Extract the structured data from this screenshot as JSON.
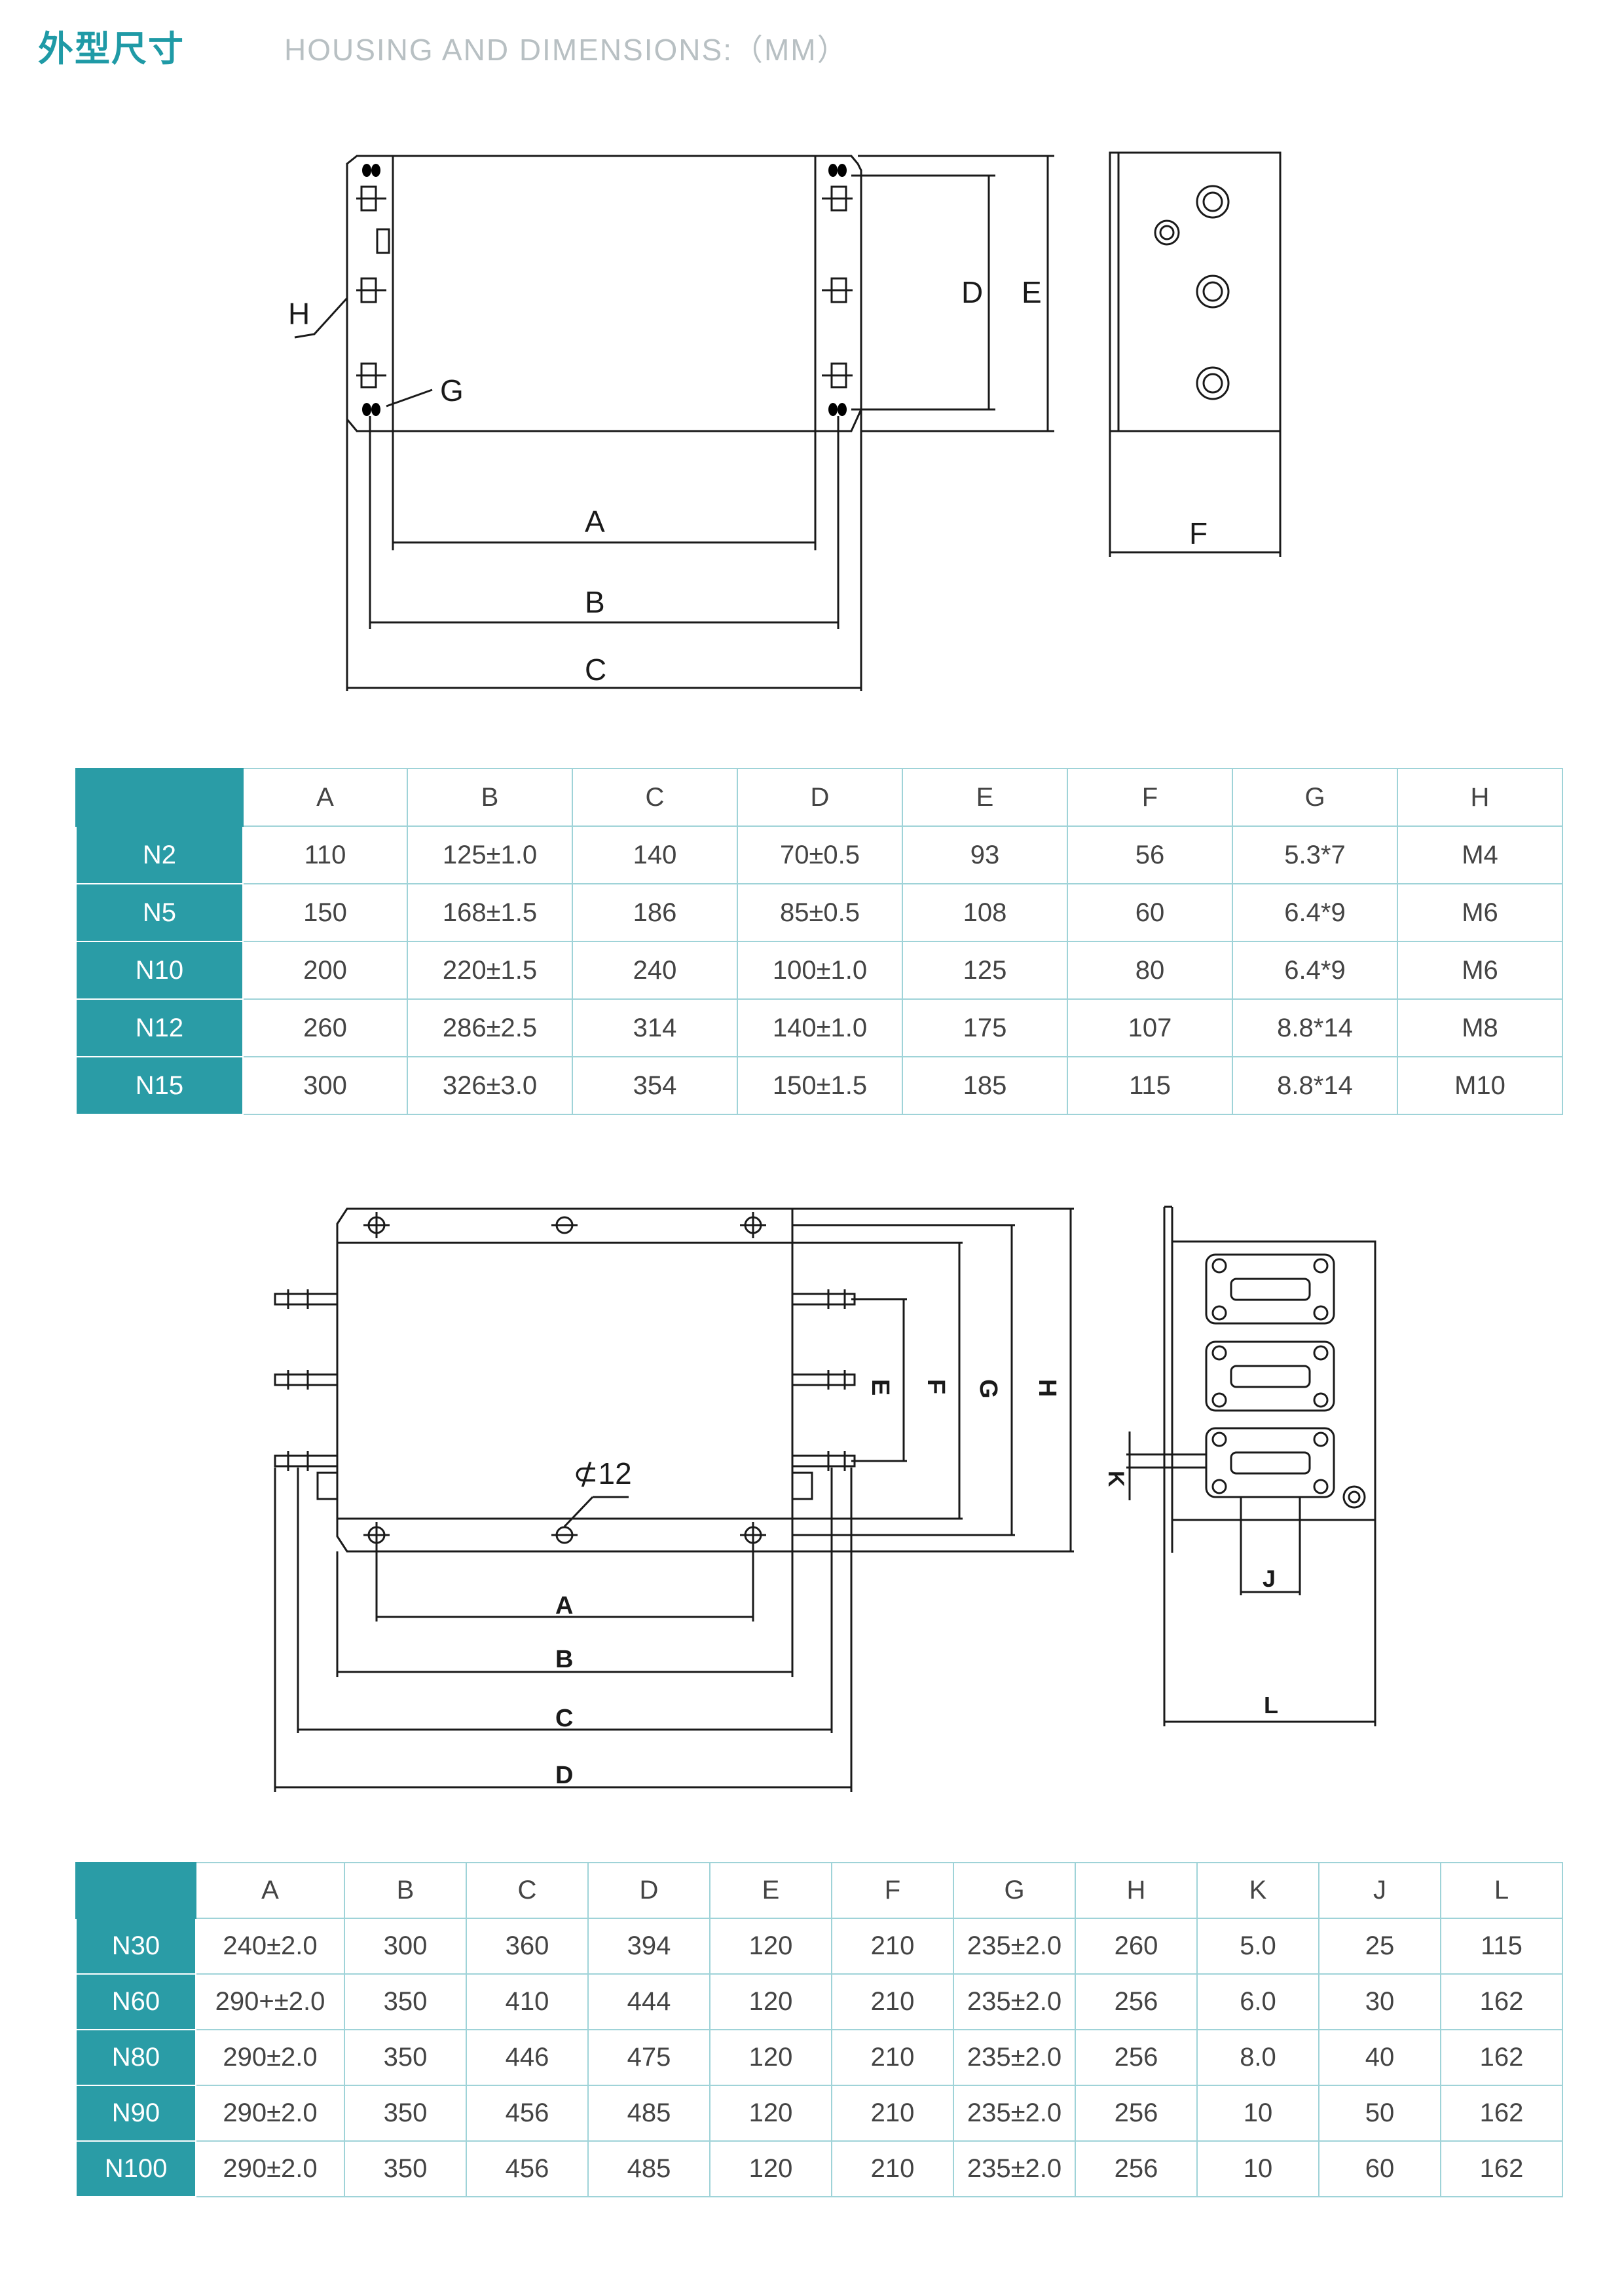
{
  "header": {
    "title_cn": "外型尺寸",
    "title_en": "HOUSING AND DIMENSIONS:（MM）"
  },
  "drawing1": {
    "labels": {
      "A": "A",
      "B": "B",
      "C": "C",
      "D": "D",
      "E": "E",
      "F": "F",
      "G": "G",
      "H": "H"
    }
  },
  "table1": {
    "columns": [
      "A",
      "B",
      "C",
      "D",
      "E",
      "F",
      "G",
      "H"
    ],
    "rows": [
      {
        "model": "N2",
        "cells": [
          "110",
          "125±1.0",
          "140",
          "70±0.5",
          "93",
          "56",
          "5.3*7",
          "M4"
        ]
      },
      {
        "model": "N5",
        "cells": [
          "150",
          "168±1.5",
          "186",
          "85±0.5",
          "108",
          "60",
          "6.4*9",
          "M6"
        ]
      },
      {
        "model": "N10",
        "cells": [
          "200",
          "220±1.5",
          "240",
          "100±1.0",
          "125",
          "80",
          "6.4*9",
          "M6"
        ]
      },
      {
        "model": "N12",
        "cells": [
          "260",
          "286±2.5",
          "314",
          "140±1.0",
          "175",
          "107",
          "8.8*14",
          "M8"
        ]
      },
      {
        "model": "N15",
        "cells": [
          "300",
          "326±3.0",
          "354",
          "150±1.5",
          "185",
          "115",
          "8.8*14",
          "M10"
        ]
      }
    ]
  },
  "drawing2": {
    "labels": {
      "A": "A",
      "B": "B",
      "C": "C",
      "D": "D",
      "E": "E",
      "F": "F",
      "G": "G",
      "H": "H",
      "K": "K",
      "J": "J",
      "L": "L",
      "hole": "⊄12"
    }
  },
  "table2": {
    "columns": [
      "A",
      "B",
      "C",
      "D",
      "E",
      "F",
      "G",
      "H",
      "K",
      "J",
      "L"
    ],
    "rows": [
      {
        "model": "N30",
        "cells": [
          "240±2.0",
          "300",
          "360",
          "394",
          "120",
          "210",
          "235±2.0",
          "260",
          "5.0",
          "25",
          "115"
        ]
      },
      {
        "model": "N60",
        "cells": [
          "290+±2.0",
          "350",
          "410",
          "444",
          "120",
          "210",
          "235±2.0",
          "256",
          "6.0",
          "30",
          "162"
        ]
      },
      {
        "model": "N80",
        "cells": [
          "290±2.0",
          "350",
          "446",
          "475",
          "120",
          "210",
          "235±2.0",
          "256",
          "8.0",
          "40",
          "162"
        ]
      },
      {
        "model": "N90",
        "cells": [
          "290±2.0",
          "350",
          "456",
          "485",
          "120",
          "210",
          "235±2.0",
          "256",
          "10",
          "50",
          "162"
        ]
      },
      {
        "model": "N100",
        "cells": [
          "290±2.0",
          "350",
          "456",
          "485",
          "120",
          "210",
          "235±2.0",
          "256",
          "10",
          "60",
          "162"
        ]
      }
    ]
  }
}
